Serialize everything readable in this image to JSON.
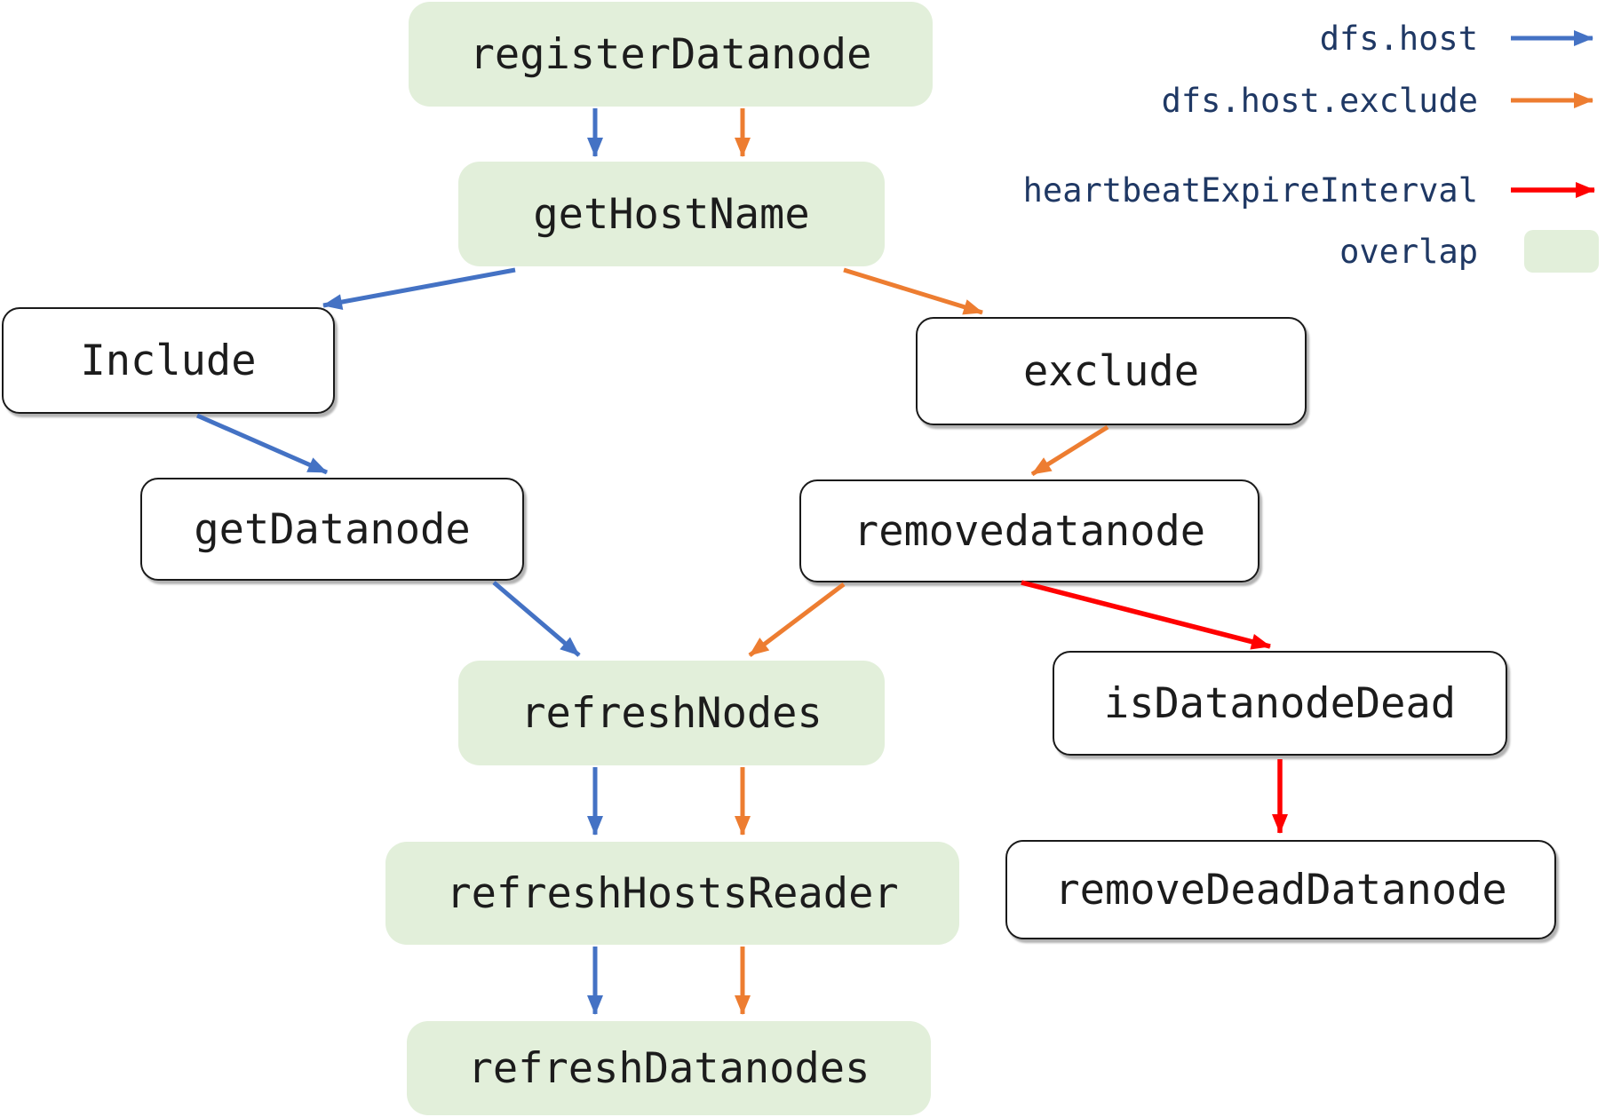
{
  "diagram": {
    "nodes": [
      {
        "id": "registerDatanode",
        "label": "registerDatanode",
        "style": "overlap"
      },
      {
        "id": "getHostName",
        "label": "getHostName",
        "style": "overlap"
      },
      {
        "id": "Include",
        "label": "Include",
        "style": "plain"
      },
      {
        "id": "exclude",
        "label": "exclude",
        "style": "plain"
      },
      {
        "id": "getDatanode",
        "label": "getDatanode",
        "style": "plain"
      },
      {
        "id": "removedatanode",
        "label": "removedatanode",
        "style": "plain"
      },
      {
        "id": "refreshNodes",
        "label": "refreshNodes",
        "style": "overlap"
      },
      {
        "id": "isDatanodeDead",
        "label": "isDatanodeDead",
        "style": "plain"
      },
      {
        "id": "refreshHostsReader",
        "label": "refreshHostsReader",
        "style": "overlap"
      },
      {
        "id": "removeDeadDatanode",
        "label": "removeDeadDatanode",
        "style": "plain"
      },
      {
        "id": "refreshDatanodes",
        "label": "refreshDatanodes",
        "style": "overlap"
      }
    ],
    "edges": [
      {
        "from": "registerDatanode",
        "to": "getHostName",
        "type": "dfs.host"
      },
      {
        "from": "registerDatanode",
        "to": "getHostName",
        "type": "dfs.host.exclude"
      },
      {
        "from": "getHostName",
        "to": "Include",
        "type": "dfs.host"
      },
      {
        "from": "getHostName",
        "to": "exclude",
        "type": "dfs.host.exclude"
      },
      {
        "from": "Include",
        "to": "getDatanode",
        "type": "dfs.host"
      },
      {
        "from": "exclude",
        "to": "removedatanode",
        "type": "dfs.host.exclude"
      },
      {
        "from": "getDatanode",
        "to": "refreshNodes",
        "type": "dfs.host"
      },
      {
        "from": "removedatanode",
        "to": "refreshNodes",
        "type": "dfs.host.exclude"
      },
      {
        "from": "removedatanode",
        "to": "isDatanodeDead",
        "type": "heartbeatExpireInterval"
      },
      {
        "from": "refreshNodes",
        "to": "refreshHostsReader",
        "type": "dfs.host"
      },
      {
        "from": "refreshNodes",
        "to": "refreshHostsReader",
        "type": "dfs.host.exclude"
      },
      {
        "from": "isDatanodeDead",
        "to": "removeDeadDatanode",
        "type": "heartbeatExpireInterval"
      },
      {
        "from": "refreshHostsReader",
        "to": "refreshDatanodes",
        "type": "dfs.host"
      },
      {
        "from": "refreshHostsReader",
        "to": "refreshDatanodes",
        "type": "dfs.host.exclude"
      }
    ],
    "legend": {
      "items": [
        {
          "label": "dfs.host",
          "symbol": "arrow",
          "color": "#4472c4"
        },
        {
          "label": "dfs.host.exclude",
          "symbol": "arrow",
          "color": "#ed7d31"
        },
        {
          "label": "heartbeatExpireInterval",
          "symbol": "arrow",
          "color": "#ff0000"
        },
        {
          "label": "overlap",
          "symbol": "box",
          "color": "#e2efda"
        }
      ]
    },
    "colors": {
      "dfs_host_arrow": "#4472c4",
      "dfs_host_exclude_arrow": "#ed7d31",
      "heartbeat_expire_interval_arrow": "#ff0000",
      "overlap_fill": "#e2efda",
      "legend_text": "#1f3864",
      "node_text": "#1c1c1c",
      "node_border": "#1a1a1a",
      "background": "#ffffff"
    }
  }
}
